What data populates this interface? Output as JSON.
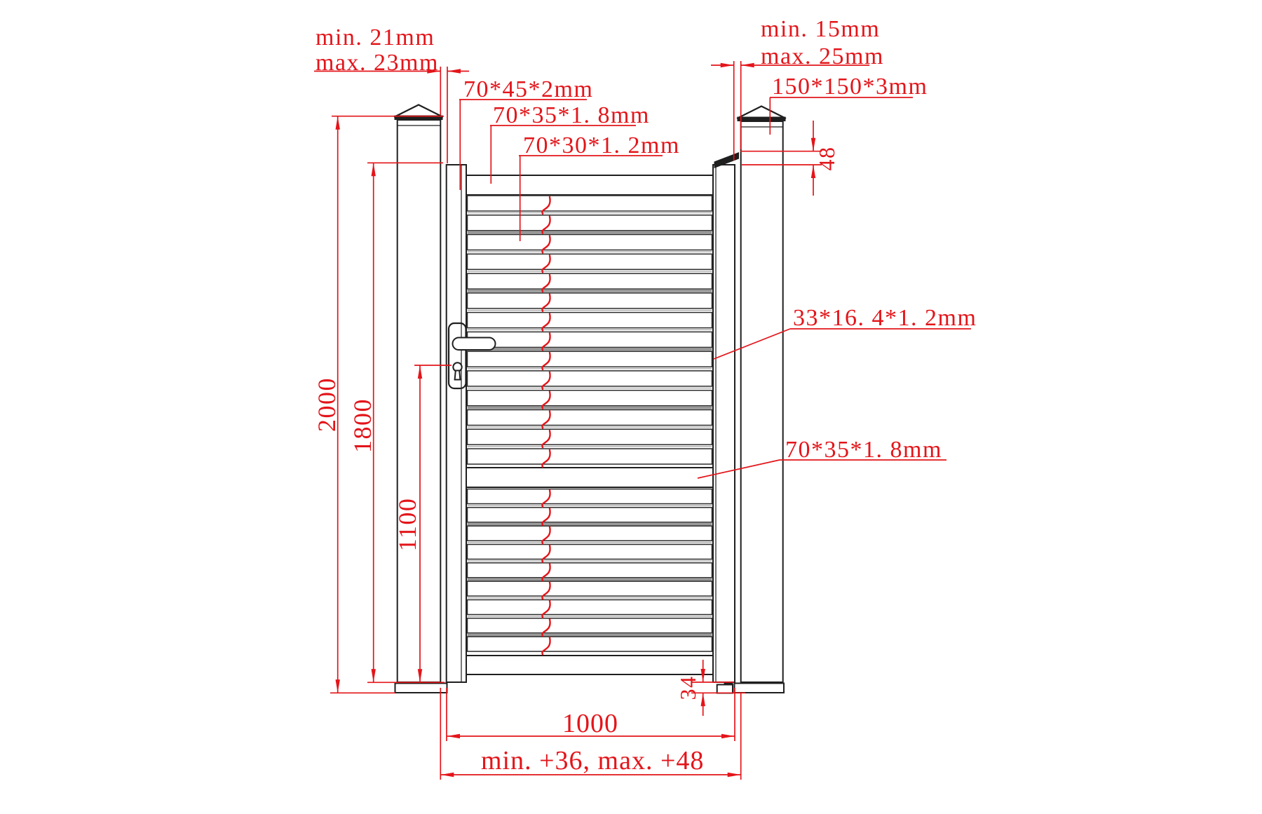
{
  "drawing": {
    "colors": {
      "dimension_red": "#e3151a",
      "line_black": "#1f1f1f",
      "louver_shade": "#989898"
    },
    "labels": {
      "gap_left_min": "min. 21mm",
      "gap_left_max": "max. 23mm",
      "gap_right_min": "min. 15mm",
      "gap_right_max": "max. 25mm",
      "post_profile": "150*150*3mm",
      "stile_profile": "70*45*2mm",
      "top_rail_profile": "70*35*1. 8mm",
      "louver_frame_profile": "70*30*1. 2mm",
      "louver_profile": "33*16. 4*1. 2mm",
      "mid_rail_profile": "70*35*1. 8mm",
      "post_height": "2000",
      "gate_height": "1800",
      "lock_height": "1100",
      "top_offset": "48",
      "foot_clearance": "34",
      "gate_width": "1000",
      "opening_width": "min. +36, max. +48"
    }
  }
}
